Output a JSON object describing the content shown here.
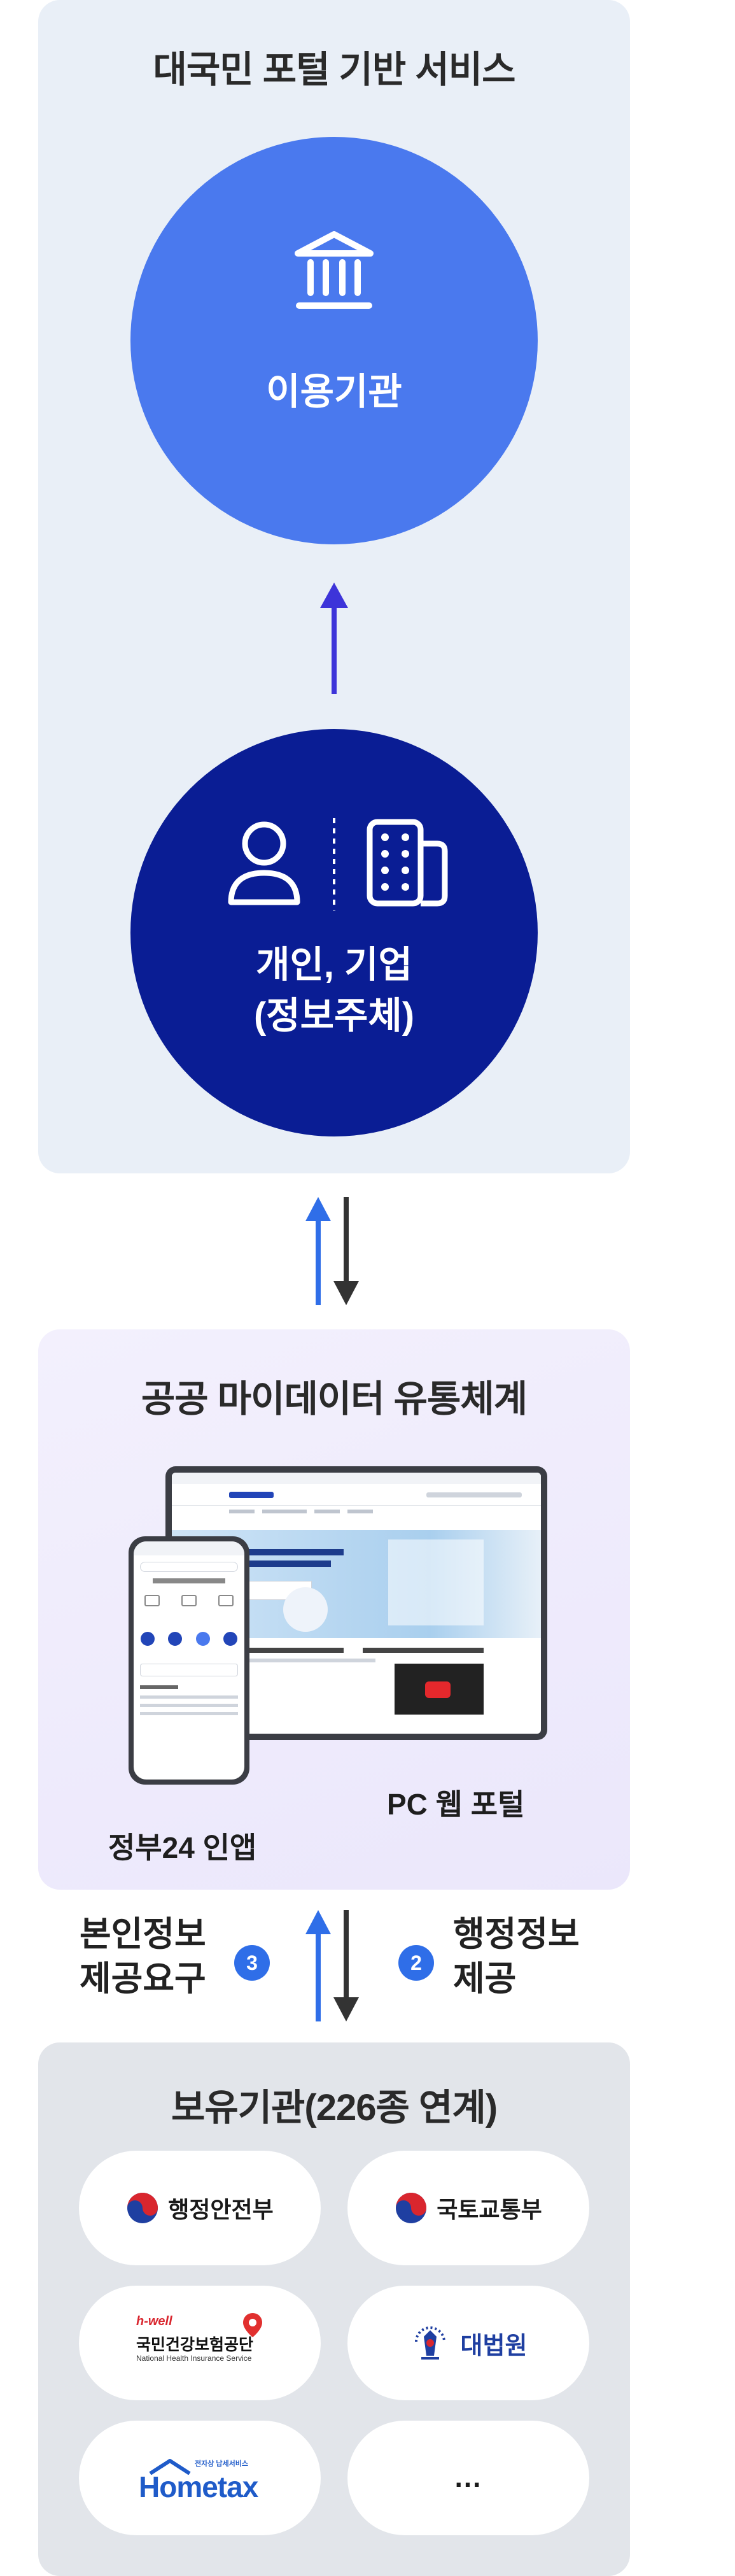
{
  "portal": {
    "title": "대국민 포털 기반 서비스",
    "agency_label": "이용기관",
    "subject_line1": "개인, 기업",
    "subject_line2": "(정보주체)"
  },
  "mydata": {
    "title": "공공 마이데이터 유통체계",
    "pc_portal_label": "PC 웹 포털",
    "app_label": "정부24 인앱"
  },
  "steps": {
    "request_line1": "본인정보",
    "request_line2": "제공요구",
    "request_num": "3",
    "provide_line1": "행정정보",
    "provide_line2": "제공",
    "provide_num": "2"
  },
  "holders": {
    "title": "보유기관(226종 연계)",
    "orgs": [
      {
        "name": "행정안전부"
      },
      {
        "name": "국토교통부"
      },
      {
        "name": "국민건강보험공단",
        "sub": "National Health Insurance Service",
        "brand": "h-well"
      },
      {
        "name": "대법원"
      },
      {
        "name": "Hometax",
        "tagline": "전자상 납세서비스"
      },
      {
        "name": "..."
      }
    ]
  },
  "colors": {
    "agency_circle": "#4a79ee",
    "subject_circle": "#0a1d94",
    "arrow_up": "#3d5be0",
    "arrow_down": "#333333",
    "step_badge": "#2f6ee8"
  }
}
